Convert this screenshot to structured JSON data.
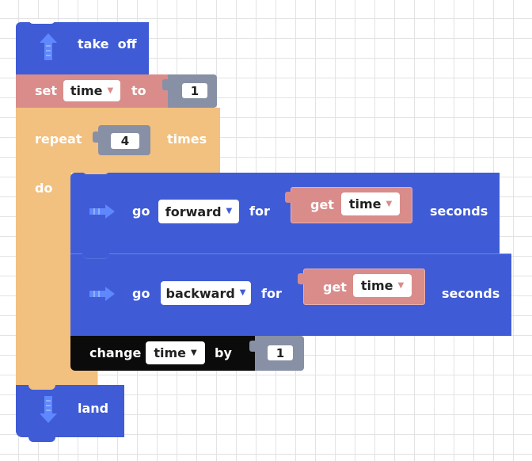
{
  "colors": {
    "drone_blue": "#3f5bd6",
    "variable_pink": "#d98c8a",
    "loop_orange": "#f2c07f",
    "math_slate": "#8790a5",
    "change_black": "#0b0b0b"
  },
  "takeoff_block": {
    "icon": "arrow-up-icon",
    "label": "take  off"
  },
  "set_block": {
    "set_label": "set",
    "var_name": "time",
    "to_label": "to",
    "value": "1"
  },
  "repeat_block": {
    "repeat_label": "repeat",
    "count": "4",
    "times_label": "times",
    "do_label": "do"
  },
  "go_forward_block": {
    "icon": "arrow-right-icon",
    "go_label": "go",
    "direction": "forward",
    "for_label": "for",
    "get_label": "get",
    "var_name": "time",
    "seconds_label": "seconds"
  },
  "go_backward_block": {
    "icon": "arrow-right-icon",
    "go_label": "go",
    "direction": "backward",
    "for_label": "for",
    "get_label": "get",
    "var_name": "time",
    "seconds_label": "seconds"
  },
  "change_block": {
    "change_label": "change",
    "var_name": "time",
    "by_label": "by",
    "value": "1"
  },
  "land_block": {
    "icon": "arrow-down-icon",
    "label": "land"
  }
}
